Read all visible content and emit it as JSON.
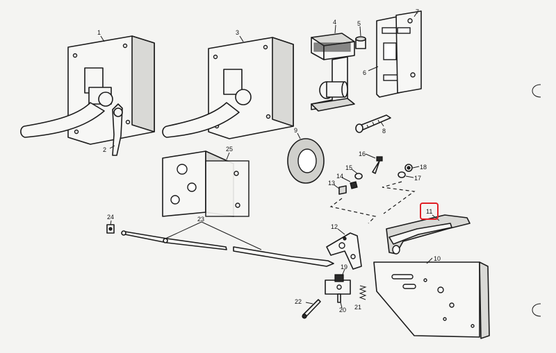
{
  "callouts": {
    "c1": "1",
    "c2": "2",
    "c3": "3",
    "c4": "4",
    "c5": "5",
    "c6": "6",
    "c7": "7",
    "c8": "8",
    "c9": "9",
    "c10": "10",
    "c11": "11",
    "c12": "12",
    "c13": "13",
    "c14": "14",
    "c15": "15",
    "c16": "16",
    "c17": "17",
    "c18": "18",
    "c19": "19",
    "c20": "20",
    "c21": "21",
    "c22": "22",
    "c23": "23",
    "c24": "24",
    "c25": "25"
  },
  "highlight": {
    "callout": "11",
    "color": "#e01f26"
  },
  "colors": {
    "line": "#1b1b1b",
    "paper": "#f4f4f2"
  }
}
